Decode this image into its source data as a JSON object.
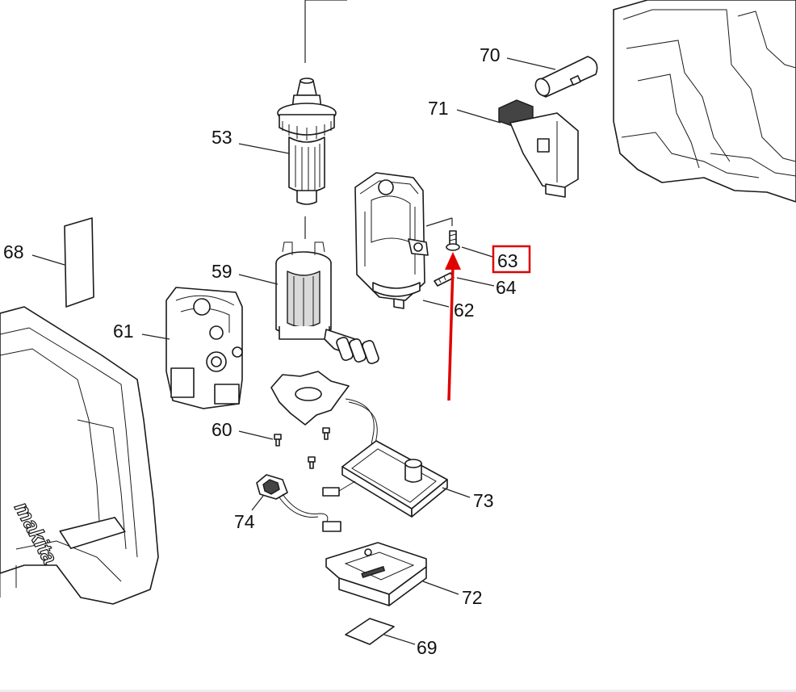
{
  "diagram": {
    "labels": {
      "p53": "53",
      "p59": "59",
      "p60": "60",
      "p61": "61",
      "p62": "62",
      "p63": "63",
      "p64": "64",
      "p68": "68",
      "p69": "69",
      "p70": "70",
      "p71": "71",
      "p72": "72",
      "p73": "73",
      "p74": "74"
    },
    "brand_mark": "makita",
    "highlighted_part": "63",
    "highlight_color": "#e00000",
    "arrow_color": "#e00000"
  }
}
